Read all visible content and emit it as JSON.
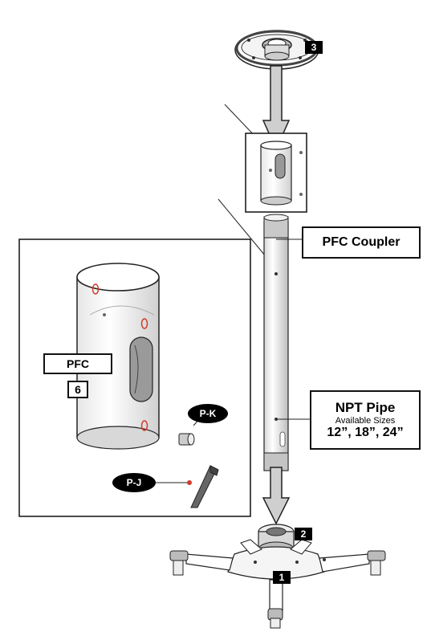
{
  "labels": {
    "pfc_coupler": "PFC Coupler",
    "npt_pipe_title": "NPT Pipe",
    "npt_pipe_sub": "Available Sizes",
    "npt_pipe_sizes": "12”, 18”, 24”",
    "pfc": "PFC",
    "pfc_qty": "6",
    "pk": "P-K",
    "pj": "P-J"
  },
  "callouts": {
    "one": "1",
    "two": "2",
    "three": "3"
  },
  "colors": {
    "line": "#222222",
    "hole": "#d23a2a",
    "arrow_fill": "#cfcfcf"
  }
}
